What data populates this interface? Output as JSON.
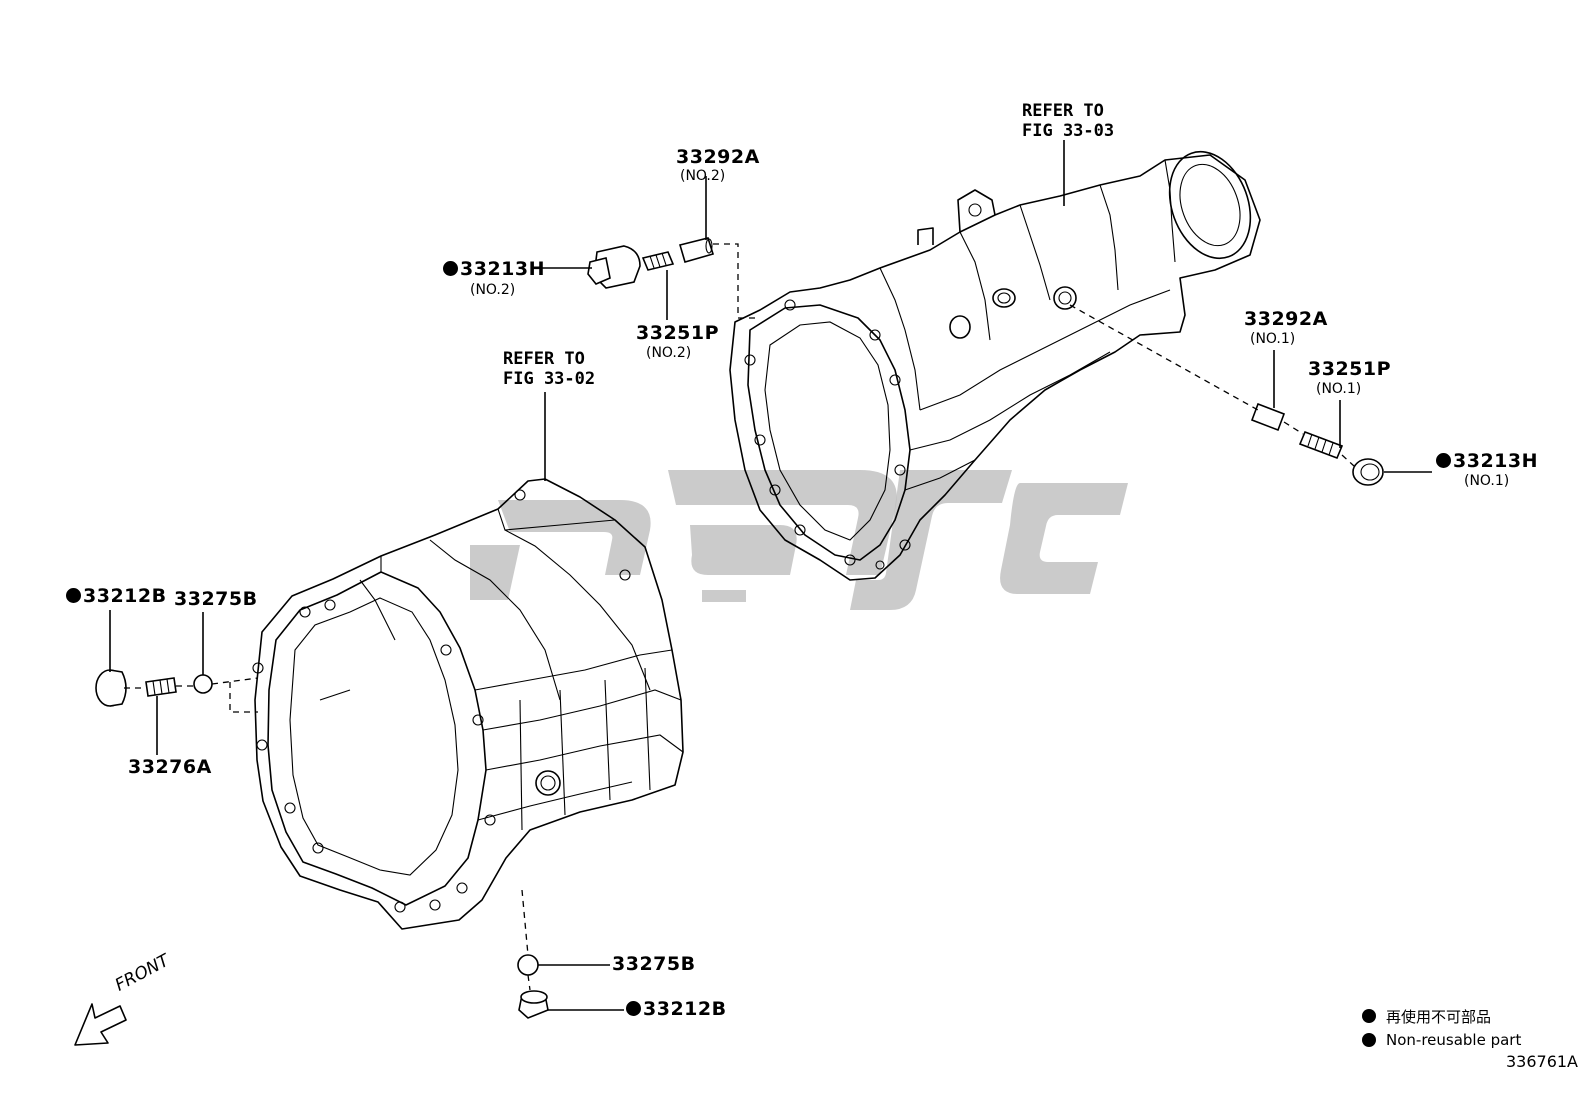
{
  "callouts": {
    "c1": {
      "part": "33213H",
      "qualifier": "(NO.2)",
      "non_reusable": true
    },
    "c2": {
      "part": "33292A",
      "qualifier": "(NO.2)",
      "non_reusable": false
    },
    "c3": {
      "part": "33251P",
      "qualifier": "(NO.2)",
      "non_reusable": false
    },
    "c4": {
      "part": "33292A",
      "qualifier": "(NO.1)",
      "non_reusable": false
    },
    "c5": {
      "part": "33251P",
      "qualifier": "(NO.1)",
      "non_reusable": false
    },
    "c6": {
      "part": "33213H",
      "qualifier": "(NO.1)",
      "non_reusable": true
    },
    "c7": {
      "part": "33212B",
      "qualifier": "",
      "non_reusable": true
    },
    "c8": {
      "part": "33275B",
      "qualifier": "",
      "non_reusable": false
    },
    "c9": {
      "part": "33276A",
      "qualifier": "",
      "non_reusable": false
    },
    "c10": {
      "part": "33275B",
      "qualifier": "",
      "non_reusable": false
    },
    "c11": {
      "part": "33212B",
      "qualifier": "",
      "non_reusable": true
    }
  },
  "references": {
    "r1": {
      "line1": "REFER TO",
      "line2": "FIG 33-03"
    },
    "r2": {
      "line1": "REFER TO",
      "line2": "FIG 33-02"
    }
  },
  "direction_label": "FRONT",
  "legend": {
    "items": [
      {
        "symbol": "filled-circle",
        "text": "再使用不可部品"
      },
      {
        "symbol": "filled-circle",
        "text": "Non-reusable part"
      }
    ]
  },
  "figure_number": "336761A",
  "colors": {
    "line": "#000000",
    "watermark": "#b9b9b9",
    "background": "#ffffff"
  }
}
